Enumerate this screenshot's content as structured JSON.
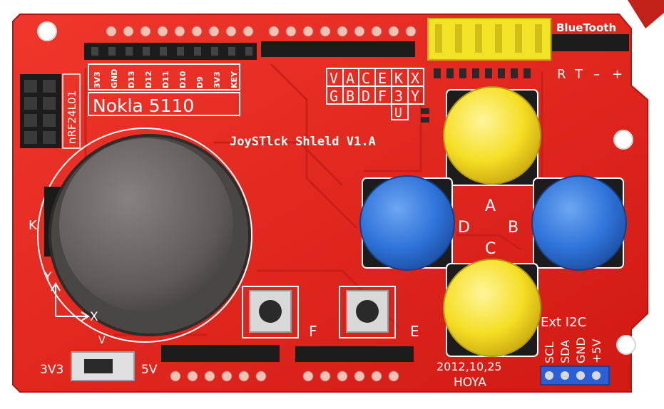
{
  "board": {
    "title": "JoySTlck Shleld  V1.A",
    "nokia_label": "Nokla 5110",
    "nrf_label": "nRF24L01",
    "bluetooth": {
      "label": "BlueTooth",
      "pins": [
        "R",
        "T",
        "–",
        "+"
      ]
    },
    "nokia_pins": [
      "3V3",
      "GND",
      "D13",
      "D12",
      "D11",
      "D10",
      "D9",
      "3V3",
      "KEY"
    ],
    "pin_map": {
      "row1": [
        "V",
        "A",
        "C",
        "E",
        "K",
        "X"
      ],
      "row2": [
        "G",
        "B",
        "D",
        "F",
        "3",
        "Y"
      ],
      "extra": "U"
    },
    "buttons": {
      "a": "A",
      "b": "B",
      "c": "C",
      "d": "D",
      "e": "E",
      "f": "F",
      "k": "K"
    },
    "axes": {
      "y": "Y",
      "x": "X"
    },
    "switch": {
      "label": "V",
      "left": "3V3",
      "right": "5V"
    },
    "i2c": {
      "title": "Ext I2C",
      "pins": [
        "SCL",
        "SDA",
        "GND",
        "+5V"
      ]
    },
    "date": "2012,10,25",
    "maker": "HOYA"
  },
  "colors": {
    "pcb": "#e1231c",
    "silkscreen": "#ffffff",
    "button_yellow": "#f7e12a",
    "button_blue": "#2f74d9",
    "joystick": "#6c6763",
    "header_black": "#1c1c1c",
    "header_yellow": "#f4e226",
    "i2c_header": "#2c5fd6"
  }
}
